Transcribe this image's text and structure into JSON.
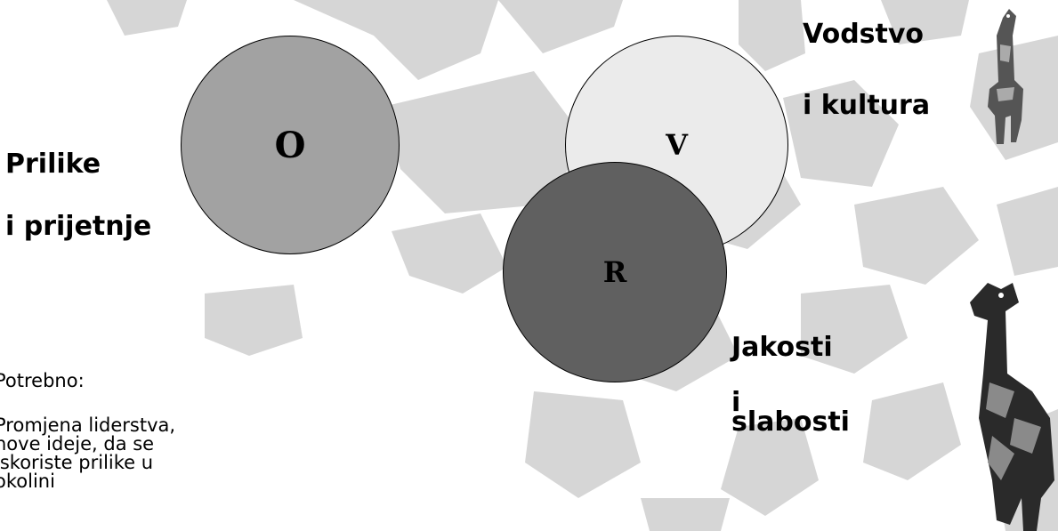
{
  "diagram": {
    "circles": [
      {
        "id": "o",
        "letter": "O",
        "color": "#a2a2a2"
      },
      {
        "id": "v",
        "letter": "V",
        "color": "#ebebeb"
      },
      {
        "id": "r",
        "letter": "R",
        "color": "#606060"
      }
    ],
    "labels": {
      "prilike": [
        "Prilike",
        "i prijetnje"
      ],
      "vodstvo": [
        "Vodstvo",
        "i kultura"
      ],
      "jakosti": [
        "Jakosti",
        "i",
        "slabosti"
      ]
    }
  },
  "note": {
    "title": "Potrebno:",
    "lines": [
      "Promjena liderstva,",
      "nove ideje, da se",
      "iskoriste prilike u",
      "okolini"
    ]
  },
  "colors": {
    "background_shapes": "#d3d3d3",
    "circle_outline": "#000000"
  },
  "decorations": [
    "giraffe-top-right",
    "giraffe-bottom-right"
  ]
}
